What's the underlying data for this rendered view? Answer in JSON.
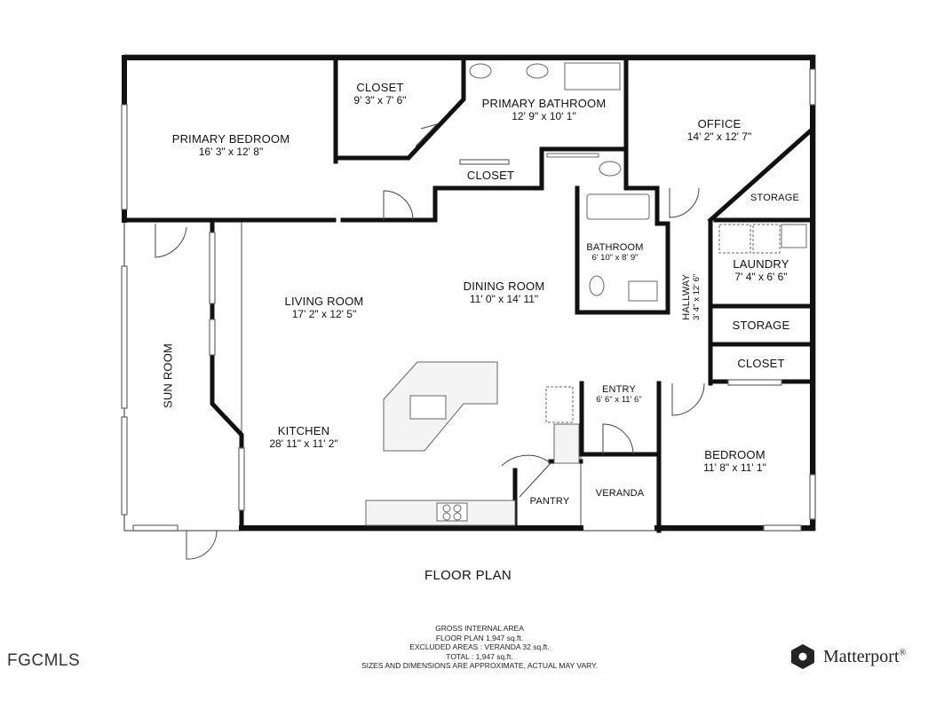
{
  "plan": {
    "title": "FLOOR PLAN",
    "rooms": [
      {
        "id": "primary-bedroom",
        "name": "PRIMARY BEDROOM",
        "dims": "16' 3\" x 12' 8\""
      },
      {
        "id": "closet-1",
        "name": "CLOSET",
        "dims": "9' 3\" x 7' 6\""
      },
      {
        "id": "primary-bathroom",
        "name": "PRIMARY BATHROOM",
        "dims": "12' 9\" x 10' 1\""
      },
      {
        "id": "closet-2",
        "name": "CLOSET",
        "dims": ""
      },
      {
        "id": "office",
        "name": "OFFICE",
        "dims": "14' 2\" x 12' 7\""
      },
      {
        "id": "storage-1",
        "name": "STORAGE",
        "dims": ""
      },
      {
        "id": "bathroom",
        "name": "BATHROOM",
        "dims": "6' 10\" x 8' 9\""
      },
      {
        "id": "laundry",
        "name": "LAUNDRY",
        "dims": "7' 4\" x 6' 6\""
      },
      {
        "id": "hallway",
        "name": "HALLWAY",
        "dims": "3' 4\" x 12' 6\""
      },
      {
        "id": "living-room",
        "name": "LIVING ROOM",
        "dims": "17' 2\" x 12' 5\""
      },
      {
        "id": "dining-room",
        "name": "DINING ROOM",
        "dims": "11' 0\" x 14' 11\""
      },
      {
        "id": "storage-2",
        "name": "STORAGE",
        "dims": ""
      },
      {
        "id": "closet-3",
        "name": "CLOSET",
        "dims": ""
      },
      {
        "id": "sun-room",
        "name": "SUN ROOM",
        "dims": ""
      },
      {
        "id": "entry",
        "name": "ENTRY",
        "dims": "6' 6\" x 11' 6\""
      },
      {
        "id": "kitchen",
        "name": "KITCHEN",
        "dims": "28' 11\" x 11' 2\""
      },
      {
        "id": "bedroom",
        "name": "BEDROOM",
        "dims": "11' 8\" x 11' 1\""
      },
      {
        "id": "pantry",
        "name": "PANTRY",
        "dims": ""
      },
      {
        "id": "veranda",
        "name": "VERANDA",
        "dims": ""
      }
    ]
  },
  "area_summary": {
    "heading": "GROSS INTERNAL AREA",
    "floor_plan": "FLOOR PLAN 1,947 sq.ft.",
    "excluded": "EXCLUDED AREAS :  VERANDA 32 sq.ft.",
    "total": "TOTAL :  1,947 sq.ft.",
    "disclaimer": "SIZES AND DIMENSIONS ARE APPROXIMATE, ACTUAL MAY VARY."
  },
  "watermark": "FGCMLS",
  "brand": {
    "name": "Matterport",
    "mark": "®",
    "logo_icon": "matterport-logo-icon"
  },
  "colors": {
    "wall": "#111111",
    "fixture": "#777777",
    "counter": "#f4f4f4"
  }
}
